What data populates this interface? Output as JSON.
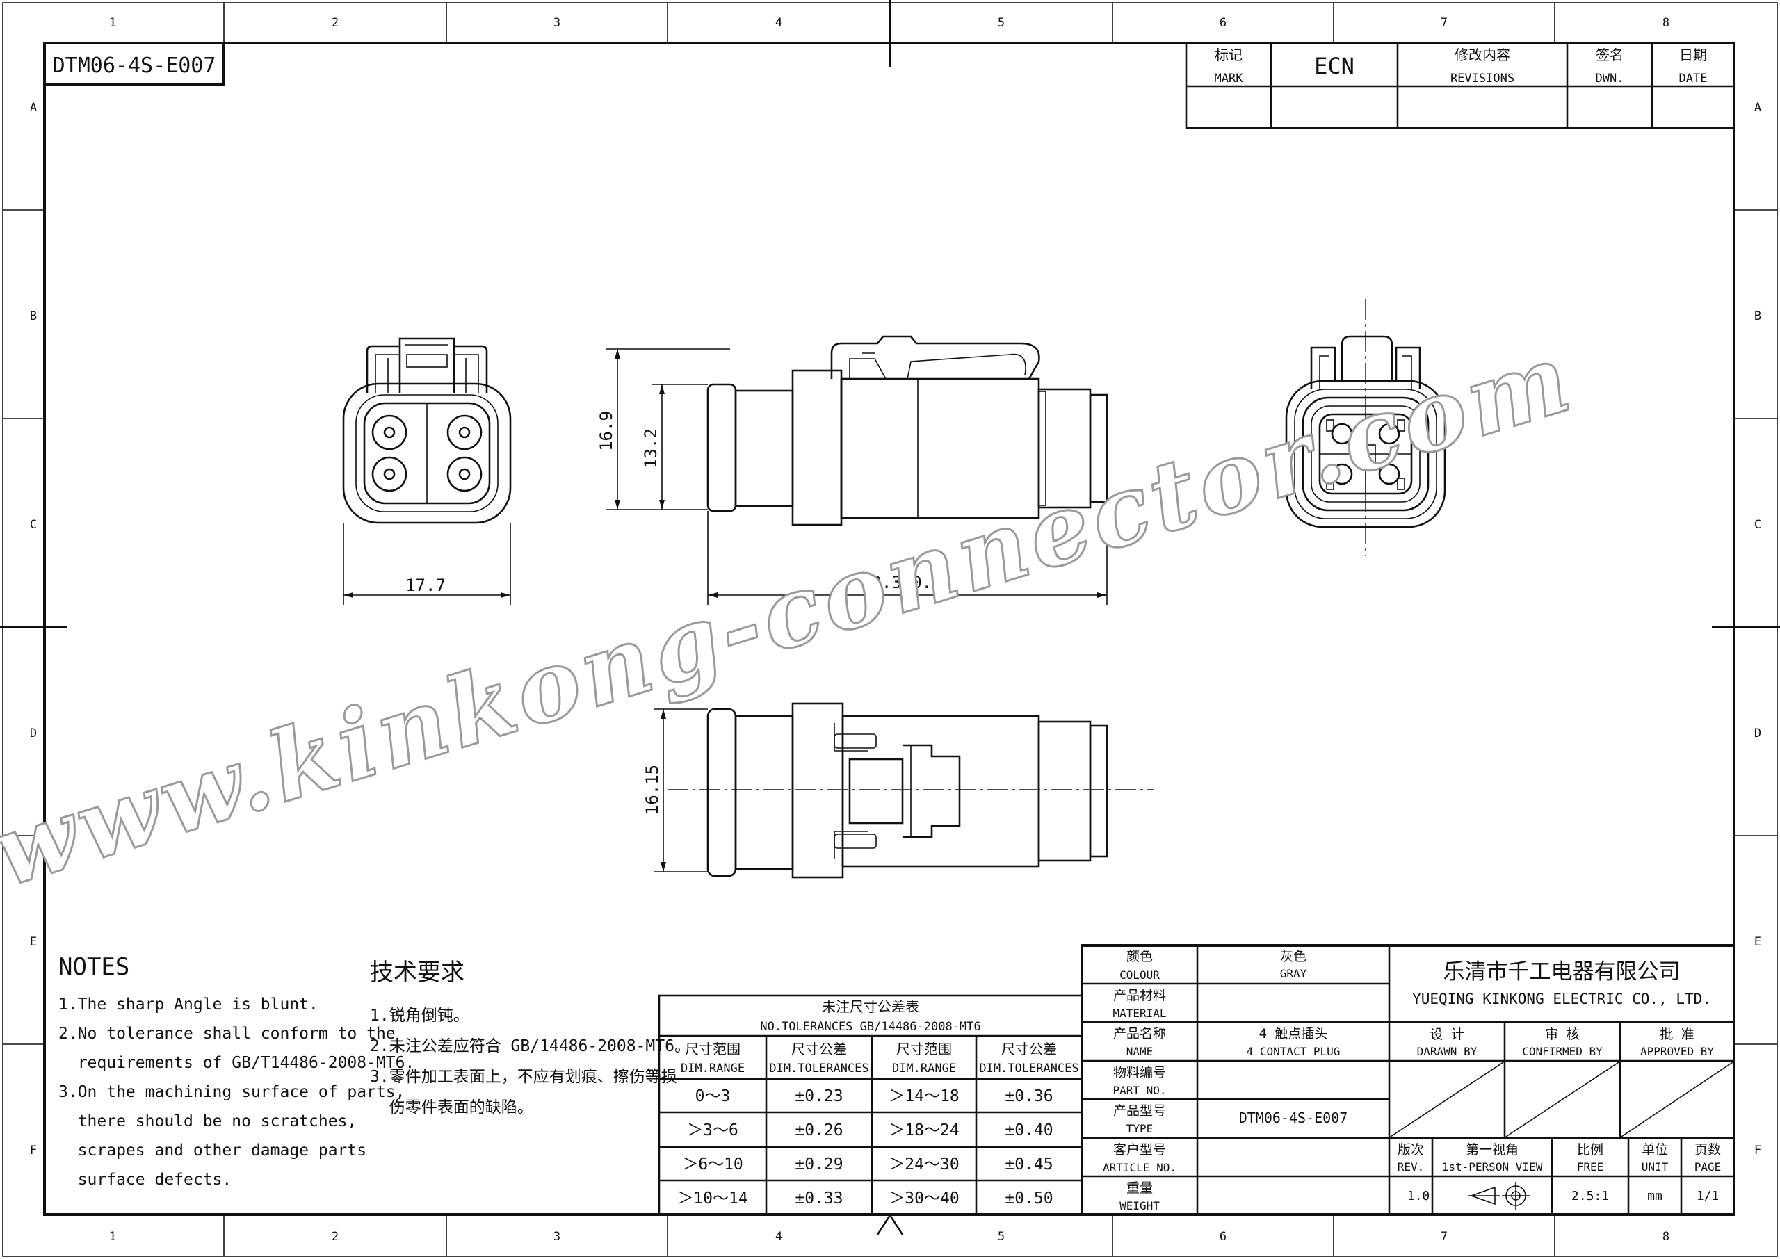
{
  "part_number": "DTM06-4S-E007",
  "zone_columns": [
    "1",
    "2",
    "3",
    "4",
    "5",
    "6",
    "7",
    "8"
  ],
  "zone_rows": [
    "A",
    "B",
    "C",
    "D",
    "E",
    "F"
  ],
  "revision_block": {
    "mark_zh": "标记",
    "mark_en": "MARK",
    "ecn": "ECN",
    "revisions_zh": "修改内容",
    "revisions_en": "REVISIONS",
    "dwn_zh": "签名",
    "dwn_en": "DWN.",
    "date_zh": "日期",
    "date_en": "DATE"
  },
  "dimensions": {
    "front_width": "17.7",
    "side_height_outer": "16.9",
    "side_height_inner": "13.2",
    "side_length": "40.3±0.63",
    "top_height": "16.15"
  },
  "watermark": "www.kinkong-connector.com",
  "notes_en": {
    "title": "NOTES",
    "lines": [
      "1.The sharp Angle is blunt.",
      "2.No tolerance shall conform to the",
      "  requirements of GB/T14486-2008-MT6.",
      "3.On the machining surface of parts,",
      "  there should be no scratches,",
      "  scrapes and other damage parts",
      "  surface defects."
    ]
  },
  "notes_zh": {
    "title": "技术要求",
    "lines": [
      "1.锐角倒钝。",
      "2.未注公差应符合 GB/14486-2008-MT6。",
      "3.零件加工表面上，不应有划痕、擦伤等损",
      "  伤零件表面的缺陷。"
    ]
  },
  "tolerance_table": {
    "title_zh": "未注尺寸公差表",
    "title_en": "NO.TOLERANCES GB/14486-2008-MT6",
    "headers": [
      {
        "zh": "尺寸范围",
        "en": "DIM.RANGE"
      },
      {
        "zh": "尺寸公差",
        "en": "DIM.TOLERANCES"
      },
      {
        "zh": "尺寸范围",
        "en": "DIM.RANGE"
      },
      {
        "zh": "尺寸公差",
        "en": "DIM.TOLERANCES"
      }
    ],
    "rows": [
      [
        "0～3",
        "±0.23",
        "＞14～18",
        "±0.36"
      ],
      [
        "＞3～6",
        "±0.26",
        "＞18～24",
        "±0.40"
      ],
      [
        "＞6～10",
        "±0.29",
        "＞24～30",
        "±0.45"
      ],
      [
        "＞10～14",
        "±0.33",
        "＞30～40",
        "±0.50"
      ]
    ]
  },
  "title_block": {
    "company_zh": "乐清市千工电器有限公司",
    "company_en": "YUEQING KINKONG ELECTRIC CO., LTD.",
    "fields": [
      {
        "zh": "颜色",
        "en": "COLOUR",
        "value_zh": "灰色",
        "value_en": "GRAY"
      },
      {
        "zh": "产品材料",
        "en": "MATERIAL",
        "value_zh": "",
        "value_en": ""
      },
      {
        "zh": "产品名称",
        "en": "NAME",
        "value_zh": "4 触点插头",
        "value_en": "4 CONTACT PLUG"
      },
      {
        "zh": "物料编号",
        "en": "PART NO.",
        "value_zh": "",
        "value_en": ""
      },
      {
        "zh": "产品型号",
        "en": "TYPE",
        "value_zh": "",
        "value_en": "DTM06-4S-E007"
      },
      {
        "zh": "客户型号",
        "en": "ARTICLE NO.",
        "value_zh": "",
        "value_en": ""
      },
      {
        "zh": "重量",
        "en": "WEIGHT",
        "value_zh": "",
        "value_en": ""
      }
    ],
    "approvals": [
      {
        "zh": "设 计",
        "en": "DARAWN BY"
      },
      {
        "zh": "审 核",
        "en": "CONFIRMED BY"
      },
      {
        "zh": "批 准",
        "en": "APPROVED BY"
      }
    ],
    "info_headers": [
      {
        "zh": "版次",
        "en": "REV."
      },
      {
        "zh": "第一视角",
        "en": "1st-PERSON VIEW"
      },
      {
        "zh": "比例",
        "en": "FREE"
      },
      {
        "zh": "单位",
        "en": "UNIT"
      },
      {
        "zh": "页数",
        "en": "PAGE"
      }
    ],
    "rev": "1.0",
    "scale": "2.5:1",
    "unit": "mm",
    "page": "1/1"
  }
}
